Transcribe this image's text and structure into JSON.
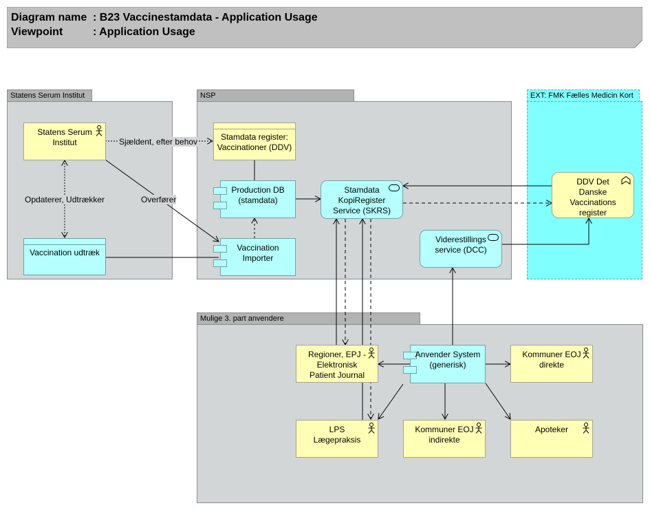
{
  "header": {
    "diagram_label": "Diagram name",
    "diagram_value": ": B23 Vaccinestamdata - Application Usage",
    "viewpoint_label": "Viewpoint",
    "viewpoint_value": ": Application Usage"
  },
  "groups": {
    "ssi": "Statens Serum Institut",
    "nsp": "NSP",
    "fmk": "EXT: FMK Fælles Medicin Kort",
    "third": "Mulige 3. part anvendere"
  },
  "nodes": {
    "ssi_actor": "Statens Serum Institut",
    "vacc_extract": "Vaccination udtræk",
    "stamdata_register": "Stamdata register: Vaccinationer (DDV)",
    "production_db": "Production DB (stamdata)",
    "vacc_importer": "Vaccination Importer",
    "skrs": "Stamdata KopiRegister Service (SKRS)",
    "dcc": "Viderestillings service (DCC)",
    "ddv": "DDV Det Danske Vaccinations register",
    "regioner": "Regioner, EPJ - Elektronisk Patient Journal",
    "anvender": "Anvender System (generisk)",
    "kommuner_direkte": "Kommuner EOJ direkte",
    "lps": "LPS Lægepraksis",
    "kommuner_indirekte": "Kommuner EOJ indirekte",
    "apoteker": "Apoteker"
  },
  "edge_labels": {
    "sjaeldent": "Sjældent, efter behov",
    "opdaterer": "Opdaterer, Udtrækker",
    "overfoerer": "Overfører"
  },
  "colors": {
    "group_fill": "#d3d6d7",
    "ext_fill": "#80ffff",
    "actor_fill": "#ffffb5",
    "app_fill": "#b5ffff",
    "header_fill": "#c0c0c0"
  }
}
